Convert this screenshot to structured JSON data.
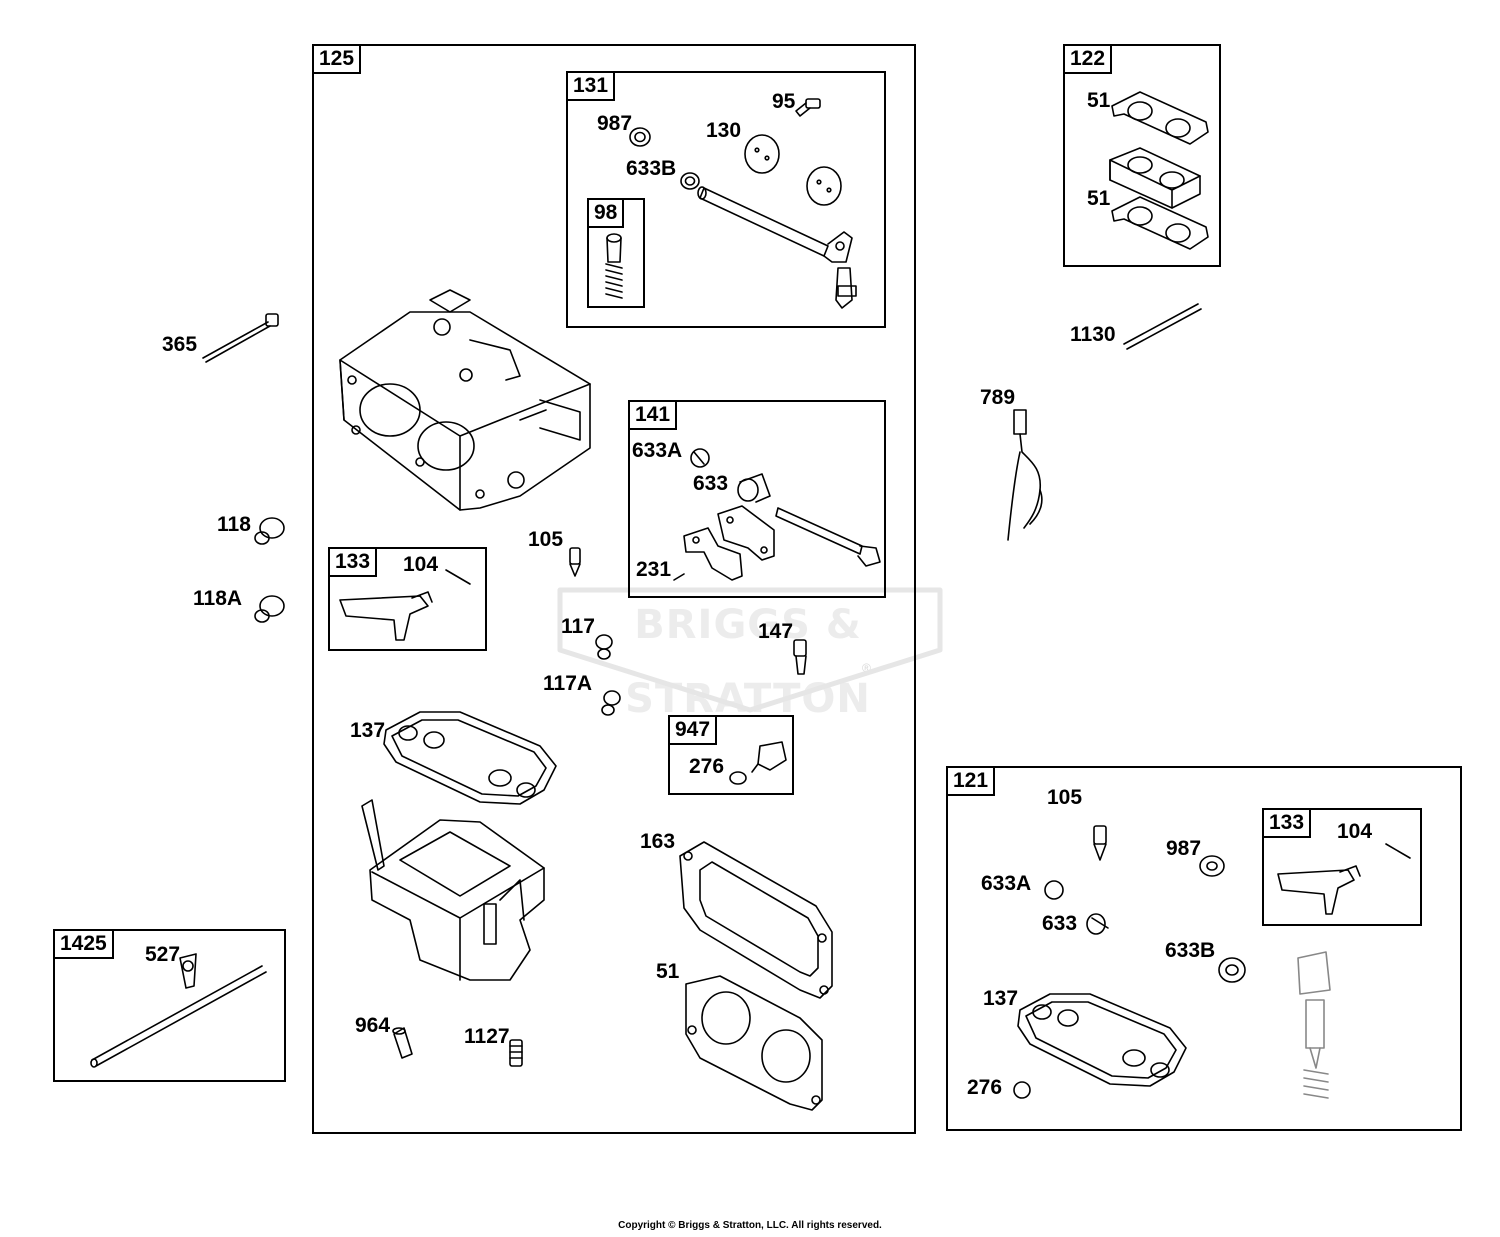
{
  "watermark": {
    "text": "BRIGGS & STRATTON",
    "mark": "®"
  },
  "copyright": "Copyright © Briggs & Stratton, LLC. All rights reserved.",
  "groups": {
    "g125": "125",
    "g131": "131",
    "g98": "98",
    "g122": "122",
    "g141": "141",
    "g133a": "133",
    "g947": "947",
    "g1425": "1425",
    "g121": "121",
    "g133b": "133"
  },
  "labels": {
    "l987a": "987",
    "l95": "95",
    "l130": "130",
    "l633Ba": "633B",
    "l51a": "51",
    "l51b": "51",
    "l365": "365",
    "l1130": "1130",
    "l789": "789",
    "l633Aa": "633A",
    "l633a": "633",
    "l231": "231",
    "l118": "118",
    "l118A": "118A",
    "l105a": "105",
    "l104a": "104",
    "l117": "117",
    "l147": "147",
    "l117A": "117A",
    "l137a": "137",
    "l276a": "276",
    "l163": "163",
    "l51c": "51",
    "l527": "527",
    "l964": "964",
    "l1127": "1127",
    "l105b": "105",
    "l987b": "987",
    "l104b": "104",
    "l633Ab": "633A",
    "l633b": "633",
    "l633Bb": "633B",
    "l137b": "137",
    "l276b": "276"
  }
}
